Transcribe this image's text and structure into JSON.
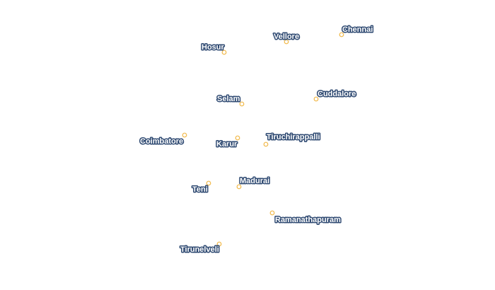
{
  "map": {
    "marker_color": "#f1b94a",
    "label_color": "#2f4a72",
    "cities": [
      {
        "name": "Chennai"
      },
      {
        "name": "Vellore"
      },
      {
        "name": "Hosur"
      },
      {
        "name": "Selam"
      },
      {
        "name": "Cuddalore"
      },
      {
        "name": "Coimbatore"
      },
      {
        "name": "Karur"
      },
      {
        "name": "Tiruchirappalli"
      },
      {
        "name": "Madurai"
      },
      {
        "name": "Teni"
      },
      {
        "name": "Ramanathapuram"
      },
      {
        "name": "Tirunelveli"
      }
    ]
  }
}
